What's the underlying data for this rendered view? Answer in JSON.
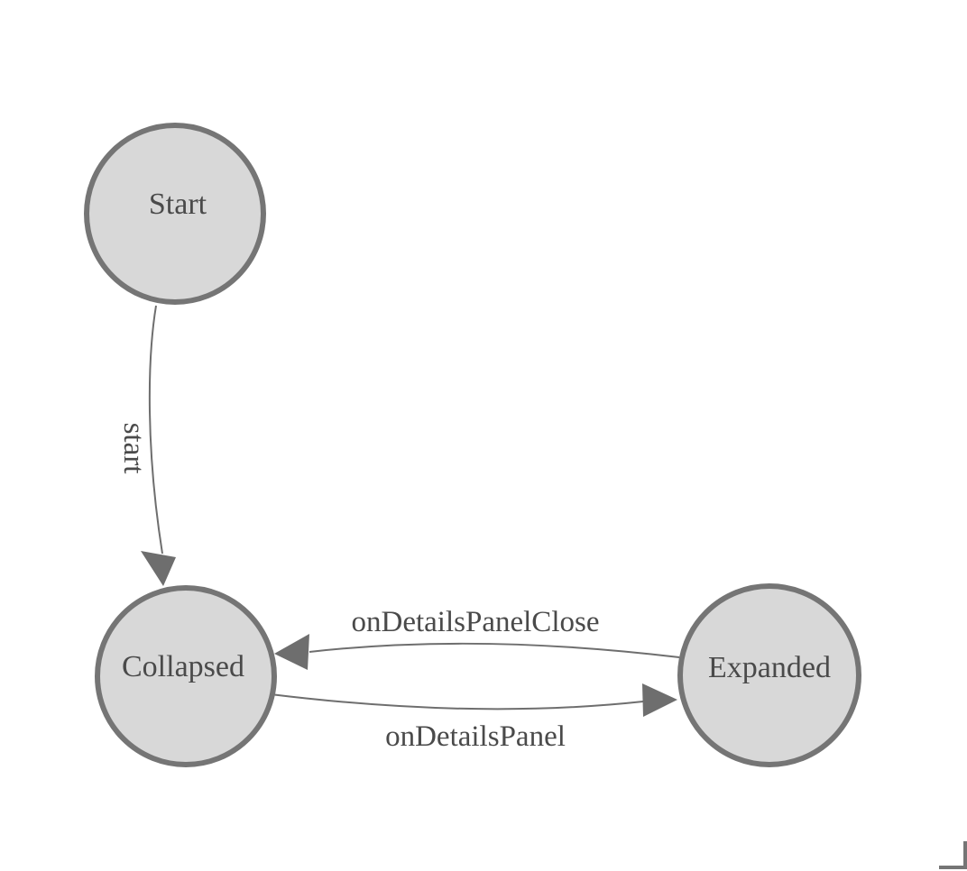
{
  "diagram": {
    "type": "state-machine",
    "nodes": {
      "start": {
        "label": "Start"
      },
      "collapsed": {
        "label": "Collapsed"
      },
      "expanded": {
        "label": "Expanded"
      }
    },
    "edges": {
      "start_to_collapsed": {
        "from": "Start",
        "to": "Collapsed",
        "label": "start"
      },
      "expanded_to_collapsed": {
        "from": "Expanded",
        "to": "Collapsed",
        "label": "onDetailsPanelClose"
      },
      "collapsed_to_expanded": {
        "from": "Collapsed",
        "to": "Expanded",
        "label": "onDetailsPanel"
      }
    },
    "colors": {
      "background": "#ffffff",
      "node_fill": "#d8d8d8",
      "node_stroke": "#757575",
      "edge_line": "#6e6e6e",
      "arrow_fill": "#6e6e6e",
      "text": "#4a4a4a",
      "corner_mark": "#757575"
    }
  }
}
